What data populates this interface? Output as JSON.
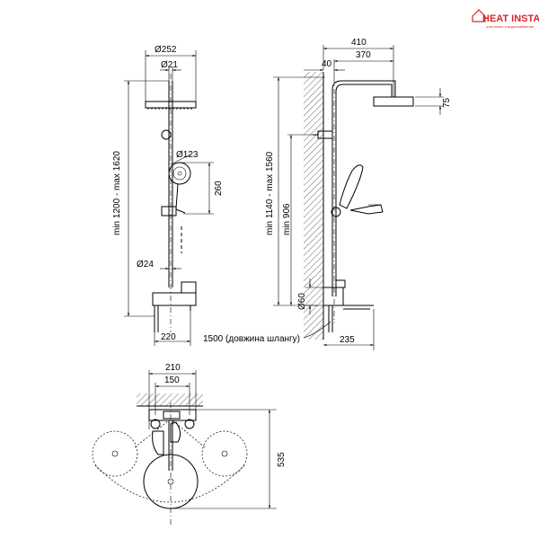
{
  "logo": {
    "name": "HEAT INSTALL",
    "tagline": "отопление и водоснабжение",
    "color": "#d9262c"
  },
  "front_view": {
    "head_diameter": "Ø252",
    "pipe_diameter": "Ø21",
    "hand_shower_diameter": "Ø123",
    "hand_shower_height": "260",
    "height_range": "min 1200 - max 1620",
    "bar_diameter": "Ø24",
    "mixer_width": "220"
  },
  "side_view": {
    "total_reach": "410",
    "arm_reach": "370",
    "wall_offset": "40",
    "head_thickness": "75",
    "height_range": "min 1140 - max 1560",
    "min_height": "min 906",
    "inlet_diameter": "Ø60",
    "spout_reach": "235",
    "hose_note": "1500 (довжина шлангу)"
  },
  "top_view": {
    "overall_width": "210",
    "inlet_spacing": "150",
    "depth": "535"
  }
}
